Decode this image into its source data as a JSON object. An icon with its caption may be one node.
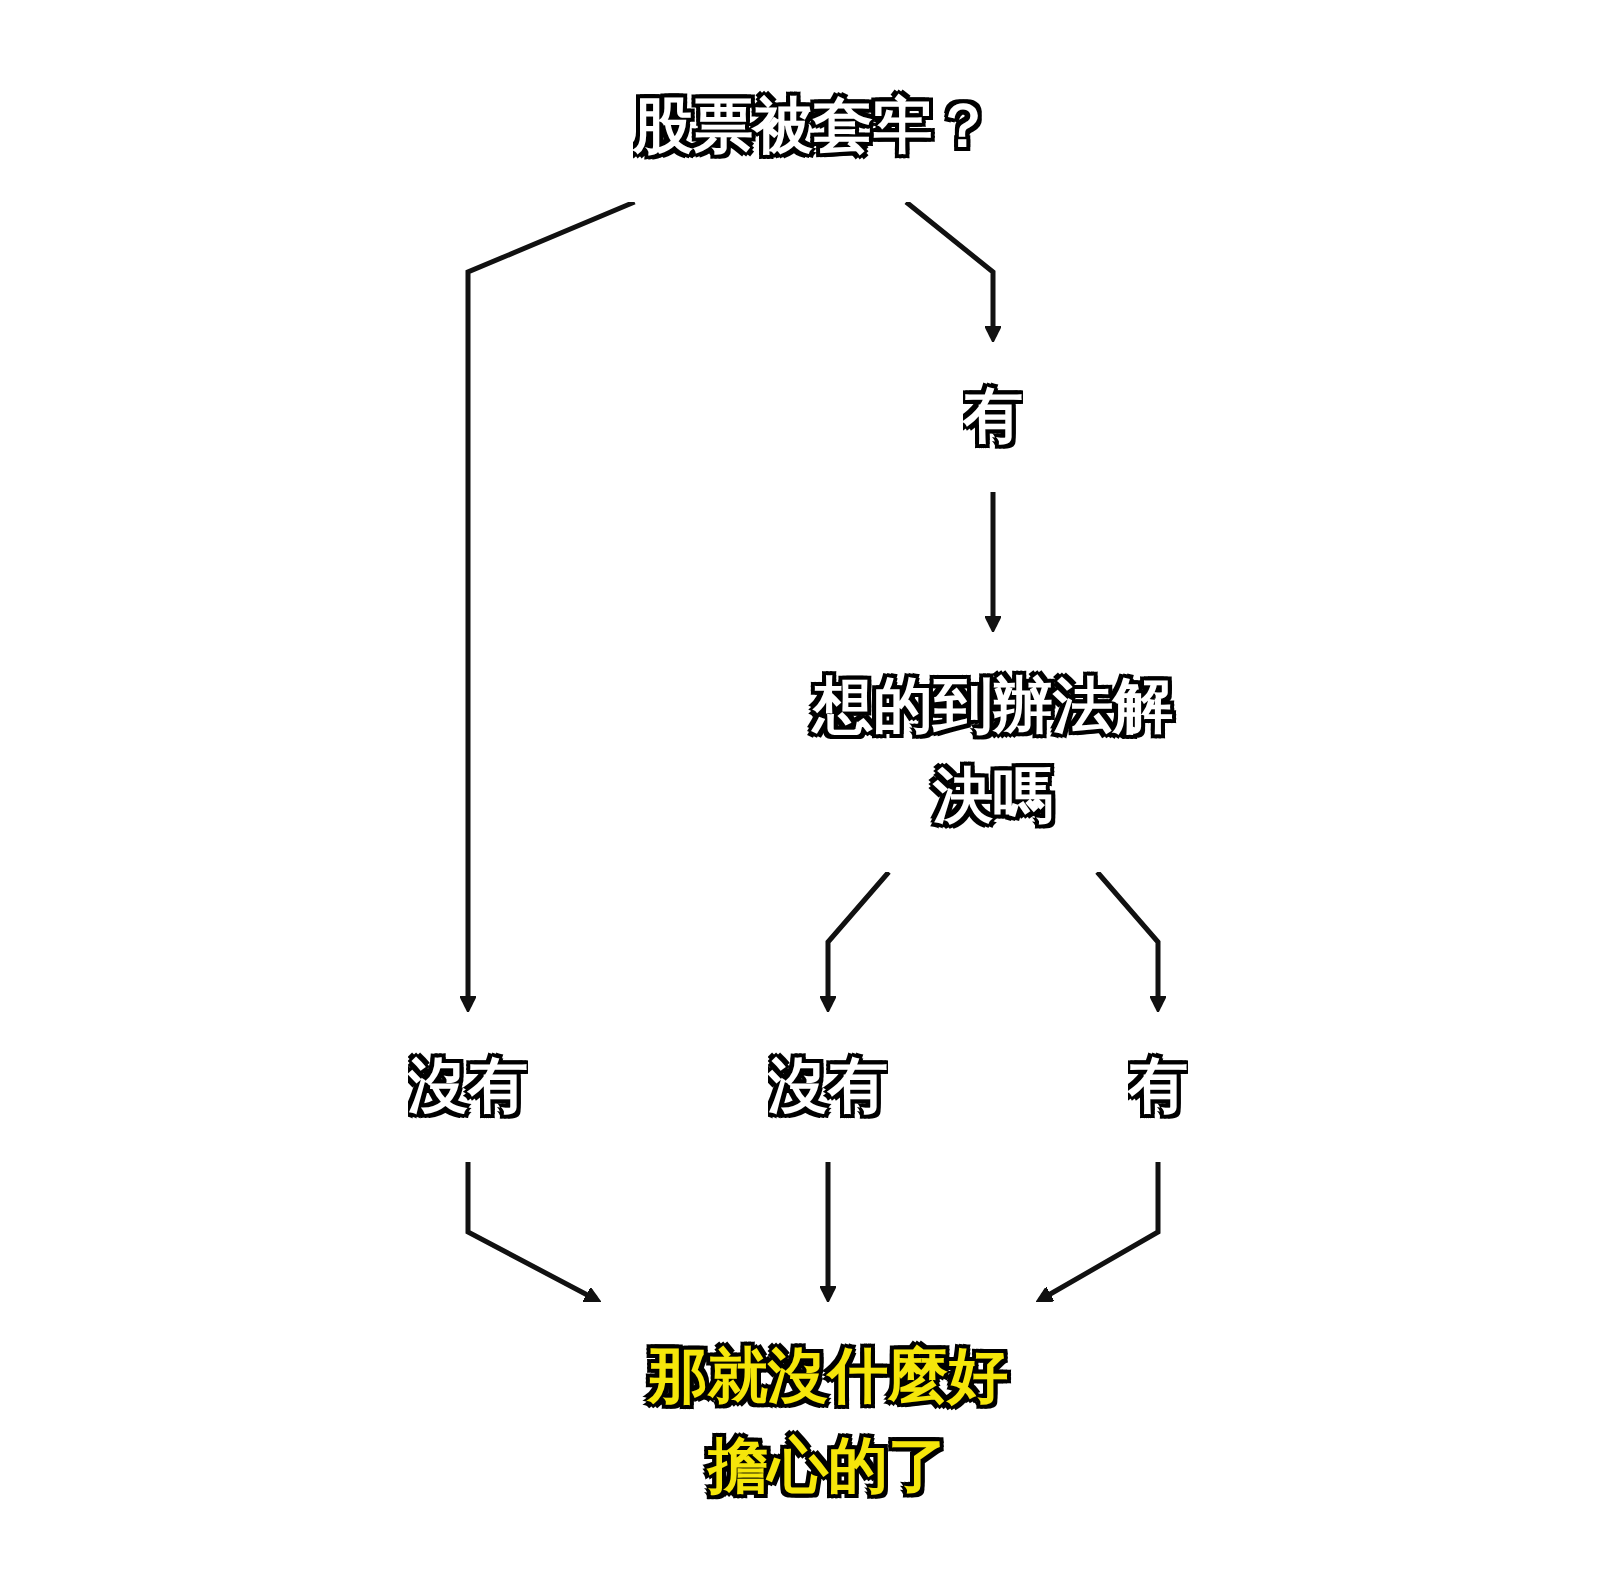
{
  "diagram": {
    "nodes": [
      {
        "text": [
          "股票被套牢？"
        ]
      },
      {
        "text": [
          "有"
        ]
      },
      {
        "text": [
          "沒有"
        ]
      },
      {
        "text": [
          "想的到辦法解決嗎"
        ]
      },
      {
        "text": [
          "沒有"
        ]
      },
      {
        "text": [
          "有"
        ]
      },
      {
        "text": [
          "那就沒什麼好擔心的了"
        ]
      }
    ],
    "edges": [
      {
        "from": 0,
        "to": 1,
        "arrow": "to"
      },
      {
        "from": 0,
        "to": 2,
        "arrow": "to"
      },
      {
        "from": 1,
        "to": 3,
        "arrow": "to"
      },
      {
        "from": 3,
        "to": 4,
        "arrow": "to"
      },
      {
        "from": 3,
        "to": 5,
        "arrow": "to"
      },
      {
        "from": 2,
        "to": 6,
        "arrow": "to"
      },
      {
        "from": 4,
        "to": 6,
        "arrow": "to"
      },
      {
        "from": 5,
        "to": 6,
        "arrow": "to"
      }
    ]
  }
}
